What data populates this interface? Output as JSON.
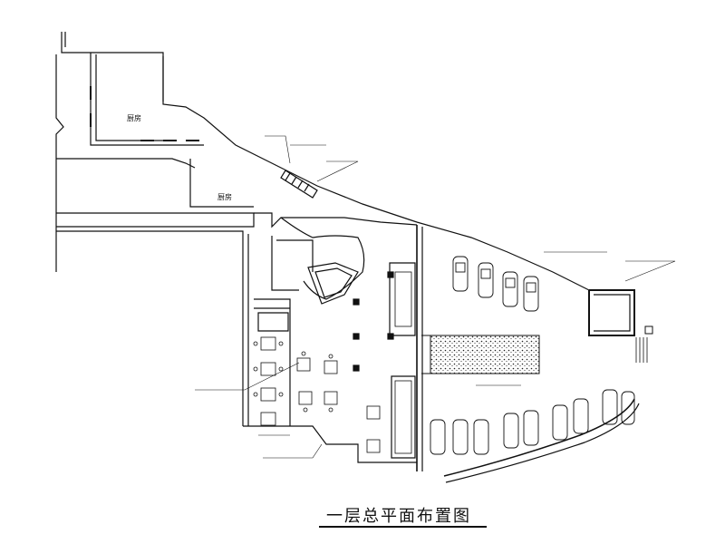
{
  "drawing": {
    "title": "一层总平面布置图",
    "rooms": {
      "room_upper": "厨房",
      "room_mid": "厨房"
    }
  }
}
